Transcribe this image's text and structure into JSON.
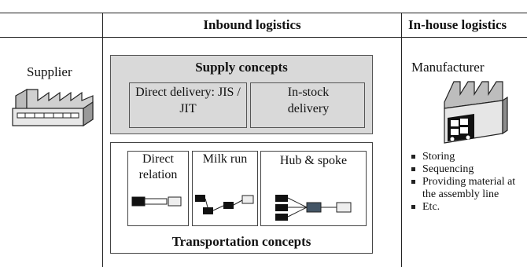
{
  "header": {
    "inbound": "Inbound logistics",
    "inhouse": "In-house logistics"
  },
  "supplier": {
    "label": "Supplier"
  },
  "supply": {
    "title": "Supply concepts",
    "direct": "Direct delivery: JIS / JIT",
    "instock": "In-stock delivery"
  },
  "transport": {
    "title": "Transportation concepts",
    "direct_relation": "Direct relation",
    "milk_run": "Milk run",
    "hub_spoke": "Hub & spoke"
  },
  "manufacturer": {
    "label": "Manufacturer",
    "activities": [
      "Storing",
      "Sequencing",
      "Providing material at the assembly line",
      "Etc."
    ]
  },
  "colors": {
    "grey_box": "#d9d9d9",
    "node_dark": "#111111",
    "hub": "#445566",
    "node_light": "#eeeeee"
  }
}
